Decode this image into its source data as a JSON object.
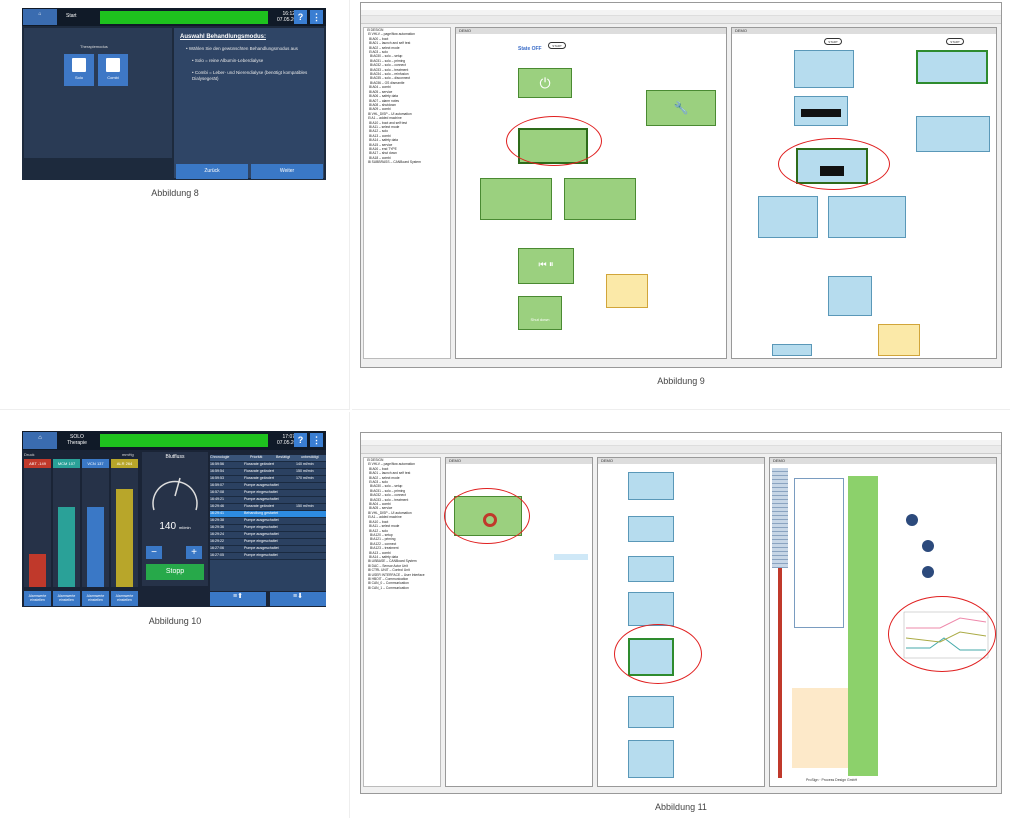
{
  "captions": {
    "fig8": "Abbildung 8",
    "fig9": "Abbildung 9",
    "fig10": "Abbildung 10",
    "fig11": "Abbildung 11"
  },
  "fig8": {
    "home": "",
    "start": "Start",
    "time": "16:12:07",
    "date": "07.05.2025",
    "help": "?",
    "menu": "⋮",
    "mode_label": "Therapiemodus",
    "solo": "Solo",
    "combi": "Combi",
    "heading": "Auswahl Behandlungsmodus:",
    "line1": "Wählen Sie den gewünschten Behandlungsmodus aus",
    "line2": "Solo = reine Albumin-Leberdialyse",
    "line3": "Combi = Leber- und Nierendialyse (benötigt kompatibles Dialysegerät)",
    "back": "Zurück",
    "next": "Weiter"
  },
  "fig10": {
    "mode": "SOLO",
    "mode2": "Therapie",
    "time": "17:07:42",
    "date": "07.05.2025",
    "help": "?",
    "menu": "⋮",
    "druck": "Druck",
    "unit": "mmHg",
    "cols": [
      {
        "name": "ABT",
        "val": "-149",
        "color": "#c0392b"
      },
      {
        "name": "MCM",
        "val": "107",
        "color": "#2aa198"
      },
      {
        "name": "VCN",
        "val": "137",
        "color": "#3a78c6"
      },
      {
        "name": "ALR",
        "val": "264",
        "color": "#b8a62a"
      }
    ],
    "flow_title": "Blutfluss",
    "flow_value": "140",
    "flow_unit": "ml/min",
    "stop": "Stopp",
    "alarm_btn": "Alarmwerte einstellen",
    "table_head": [
      "Chronologie",
      "Priorität",
      "Bestätigt",
      "unbestätigt"
    ],
    "rows": [
      [
        "16:59:56",
        "Flussrate geändert",
        "140 ml/min"
      ],
      [
        "16:59:54",
        "Flussrate geändert",
        "150 ml/min"
      ],
      [
        "16:59:53",
        "Flussrate geändert",
        "170 ml/min"
      ],
      [
        "16:59:07",
        "Pumpe ausgeschaltet",
        ""
      ],
      [
        "16:57:08",
        "Pumpe eingeschaltet",
        ""
      ],
      [
        "16:49:21",
        "Pumpe ausgeschaltet",
        ""
      ],
      [
        "16:29:46",
        "Flussrate geändert",
        "150 ml/min"
      ],
      [
        "16:29:41",
        "Behandlung gestartet",
        ""
      ],
      [
        "16:29:38",
        "Pumpe ausgeschaltet",
        ""
      ],
      [
        "16:29:36",
        "Pumpe eingeschaltet",
        ""
      ],
      [
        "16:29:24",
        "Pumpe ausgeschaltet",
        ""
      ],
      [
        "16:29:22",
        "Pumpe eingeschaltet",
        ""
      ],
      [
        "16:27:06",
        "Pumpe ausgeschaltet",
        ""
      ],
      [
        "16:27:05",
        "Pumpe eingeschaltet",
        ""
      ]
    ]
  },
  "fig9": {
    "tab1": "DEMO",
    "tab2": "DEMO",
    "state_off": "State OFF",
    "start": "START",
    "shutdown": "Shut down"
  },
  "fig11": {
    "tab1": "DEMO",
    "tab2": "DEMO",
    "tab3": "DEMO",
    "footer": "ProSign · Process Design GmbH"
  }
}
